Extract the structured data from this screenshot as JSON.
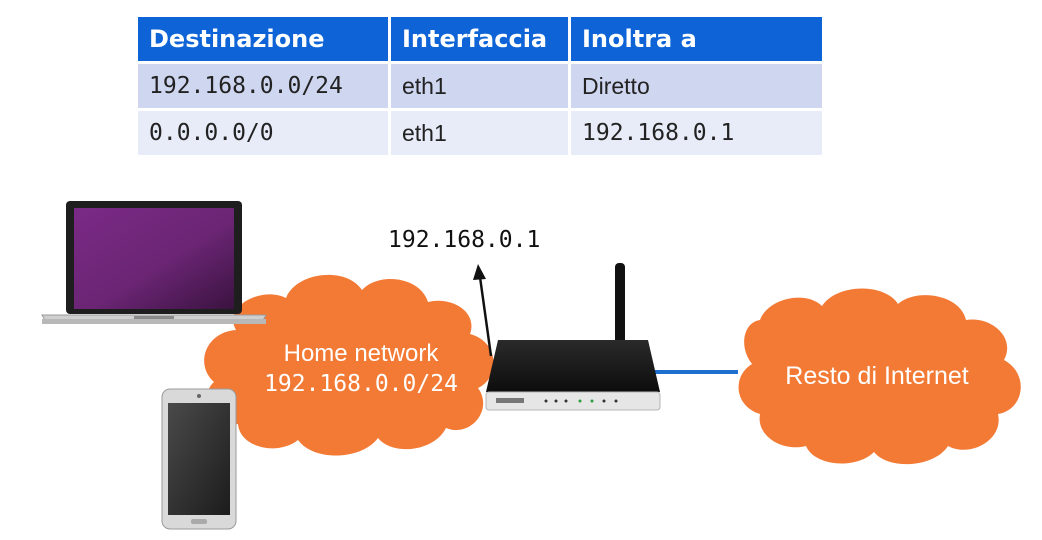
{
  "routing_table": {
    "headers": [
      "Destinazione",
      "Interfaccia",
      "Inoltra a"
    ],
    "rows": [
      [
        "192.168.0.0/24",
        "eth1",
        "Diretto"
      ],
      [
        "0.0.0.0/0",
        "eth1",
        "192.168.0.1"
      ]
    ]
  },
  "diagram": {
    "router_ip": "192.168.0.1",
    "home_network": {
      "name": "Home network",
      "subnet": "192.168.0.0/24"
    },
    "internet_label": "Resto di Internet",
    "colors": {
      "cloud": "#f37a35",
      "link": "#1f6fd1",
      "table_header": "#0e63d6"
    },
    "icons": [
      "laptop-icon",
      "smartphone-icon",
      "router-icon"
    ]
  }
}
